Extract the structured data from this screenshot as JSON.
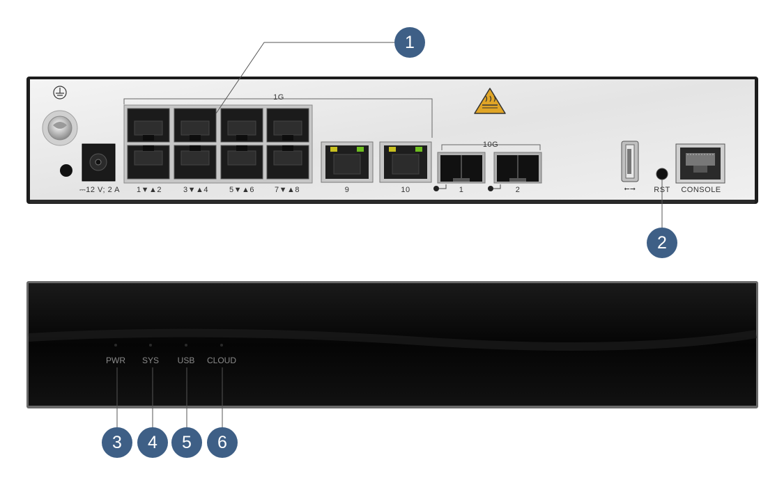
{
  "rear_panel": {
    "power_label": "⎓12 V; 2 A",
    "group_1g_label": "1G",
    "group_10g_label": "10G",
    "rj45_pair_labels": [
      "1▼▲2",
      "3▼▲4",
      "5▼▲6",
      "7▼▲8"
    ],
    "combo_port_labels": [
      "9",
      "10"
    ],
    "sfp_labels": [
      "1",
      "2"
    ],
    "reset_label": "RST",
    "console_label": "CONSOLE",
    "usb_symbol": "⭠⭢",
    "ground_symbol": "⏚"
  },
  "front_panel": {
    "leds": [
      "PWR",
      "SYS",
      "USB",
      "CLOUD"
    ]
  },
  "callouts": [
    "1",
    "2",
    "3",
    "4",
    "5",
    "6"
  ],
  "colors": {
    "callout": "#3e5f86",
    "warning": "#e0a526",
    "led_green": "#6fbf20",
    "led_yellow": "#c8c020"
  }
}
